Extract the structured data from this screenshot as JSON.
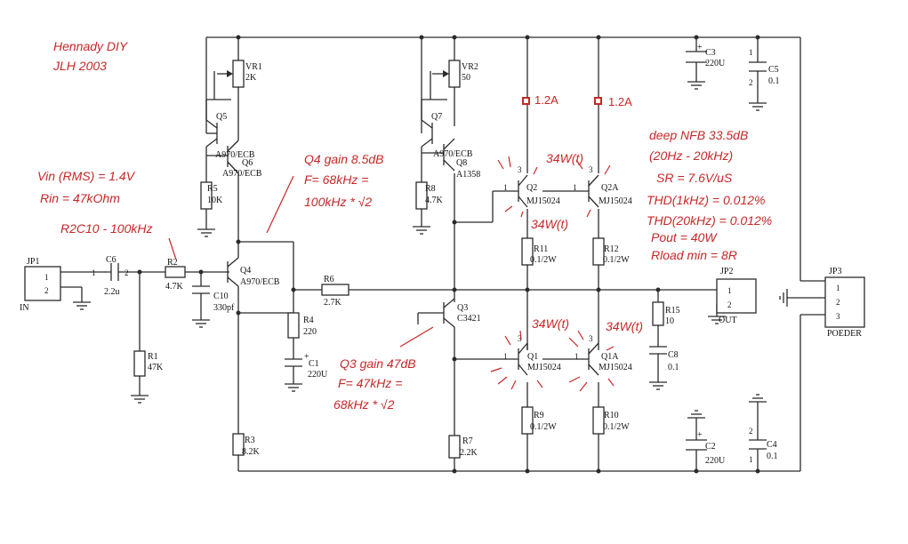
{
  "annotations": {
    "author": "Hennady DIY",
    "model": "JLH 2003",
    "vin": "Vin (RMS) = 1.4V",
    "rin": "Rin = 47kOhm",
    "r2c10": "R2C10 - 100kHz",
    "q4_gain": "Q4 gain 8.5dB",
    "q4_f": "F= 68kHz =",
    "q4_f2": "100kHz * √2",
    "q3_gain": "Q3 gain 47dB",
    "q3_f": "F= 47kHz =",
    "q3_f2": "68kHz * √2",
    "nfb": "deep NFB  33.5dB",
    "nfb_range": "(20Hz - 20kHz)",
    "sr": "SR = 7.6V/uS",
    "thd1": "THD(1kHz) = 0.012%",
    "thd2": "THD(20kHz) = 0.012%",
    "pout": "Pout =  40W",
    "rload": "Rload min = 8R",
    "current_q2": "1.2A",
    "current_q2a": "1.2A",
    "power_q2": "34W(t)",
    "power_q2a": "34W(t)",
    "power_q1": "34W(t)",
    "power_q1a": "34W(t)"
  },
  "parts": {
    "VR1": "VR1",
    "VR1_val": "2K",
    "VR2": "VR2",
    "VR2_val": "50",
    "Q5": "Q5",
    "Q5_type": "A970/ECB",
    "Q6": "Q6",
    "Q6_type": "A970/ECB",
    "Q7": "Q7",
    "Q7_type": "A970/ECB",
    "Q8": "Q8",
    "Q8_type": "A1358",
    "Q4": "Q4",
    "Q4_type": "A970/ECB",
    "Q3": "Q3",
    "Q3_type": "C3421",
    "Q1": "Q1",
    "Q1_type": "MJ15024",
    "Q1A": "Q1A",
    "Q1A_type": "MJ15024",
    "Q2": "Q2",
    "Q2_type": "MJ15024",
    "Q2A": "Q2A",
    "Q2A_type": "MJ15024",
    "R1": "R1",
    "R1_val": "47K",
    "R2": "R2",
    "R2_val": "4.7K",
    "R3": "R3",
    "R3_val": "8.2K",
    "R4": "R4",
    "R4_val": "220",
    "R5": "R5",
    "R5_val": "10K",
    "R6": "R6",
    "R6_val": "2.7K",
    "R7": "R7",
    "R7_val": "2.2K",
    "R8": "R8",
    "R8_val": "4.7K",
    "R9": "R9",
    "R9_val": "0.1/2W",
    "R10": "R10",
    "R10_val": "0.1/2W",
    "R11": "R11",
    "R11_val": "0.1/2W",
    "R12": "R12",
    "R12_val": "0.1/2W",
    "R15": "R15",
    "R15_val": "10",
    "C1": "C1",
    "C1_val": "220U",
    "C2": "C2",
    "C2_val": "220U",
    "C3": "C3",
    "C3_val": "220U",
    "C4": "C4",
    "C4_val": "0.1",
    "C5": "C5",
    "C5_val": "0.1",
    "C6": "C6",
    "C6_val": "2.2u",
    "C8": "C8",
    "C8_val": "0.1",
    "C10": "C10",
    "C10_val": "330pf",
    "JP1": "JP1",
    "JP1_label": "IN",
    "JP2": "JP2",
    "JP2_label": "OUT",
    "JP3": "JP3",
    "JP3_label": "POEDER",
    "pin1": "1",
    "pin2": "2",
    "pin3": "3"
  }
}
